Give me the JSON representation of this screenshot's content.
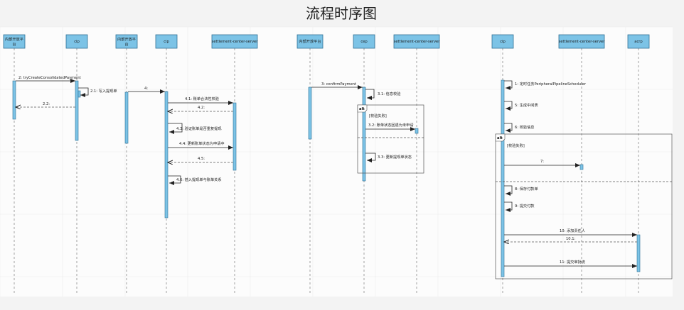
{
  "title": "流程时序图",
  "panels": [
    {
      "id": "p1",
      "lifelines": [
        {
          "id": "n1",
          "label": [
            "内部开放平",
            "台"
          ]
        },
        {
          "id": "n2",
          "label": [
            "cip"
          ]
        },
        {
          "id": "n3",
          "label": [
            "内部开放平",
            "台"
          ]
        },
        {
          "id": "n4",
          "label": [
            "cip"
          ]
        },
        {
          "id": "n5",
          "label": [
            "settlement-center-server"
          ]
        }
      ],
      "messages": [
        {
          "text": "2: tryCreateConsolidatedPayment"
        },
        {
          "text": "2.1: 写入提现单"
        },
        {
          "text": "2.2:"
        },
        {
          "text": "4:"
        },
        {
          "text": "4.1: 账单合法性校验"
        },
        {
          "text": "4.2:"
        },
        {
          "text": "4.3: 验证账单是否重复提现"
        },
        {
          "text": "4.4: 更新账单状态为申请中"
        },
        {
          "text": "4.5:"
        },
        {
          "text": "4.6: 插入提现单与账单关系"
        }
      ]
    },
    {
      "id": "p2",
      "lifelines": [
        {
          "id": "m1",
          "label": [
            "内部开放平台"
          ]
        },
        {
          "id": "m2",
          "label": [
            "cep"
          ]
        },
        {
          "id": "m3",
          "label": [
            "settlement-center-server"
          ]
        }
      ],
      "fragments": [
        {
          "label": "alt",
          "guard": "[校验失败]"
        }
      ],
      "messages": [
        {
          "text": "3: confirmPayment"
        },
        {
          "text": "3.1: 信息校验"
        },
        {
          "text": "3.2: 账单状态回退为未申请"
        },
        {
          "text": "3.3: 更新提现单状态"
        }
      ]
    },
    {
      "id": "p3",
      "lifelines": [
        {
          "id": "k1",
          "label": [
            "cip"
          ]
        },
        {
          "id": "k2",
          "label": [
            "settlement-center-server"
          ]
        },
        {
          "id": "k3",
          "label": [
            "acrp"
          ]
        }
      ],
      "fragments": [
        {
          "label": "alt",
          "guard": "[校验失败]"
        }
      ],
      "messages": [
        {
          "text": "1: 定时任务PeripheralPipelineScheduler"
        },
        {
          "text": "5: 生成中间表"
        },
        {
          "text": "6: 校验信息"
        },
        {
          "text": "7:"
        },
        {
          "text": "8: 保存付款单"
        },
        {
          "text": "9: 提交付款"
        },
        {
          "text": "10: 添加责任人"
        },
        {
          "text": "10.1:"
        },
        {
          "text": "11: 提交审批流"
        }
      ]
    }
  ],
  "colors": {
    "lifeline_head": "#7cc3e6",
    "activation": "#7cc3e6",
    "line": "#333333",
    "grid": "#e8e8e8",
    "canvas": "#fcfcfc"
  }
}
